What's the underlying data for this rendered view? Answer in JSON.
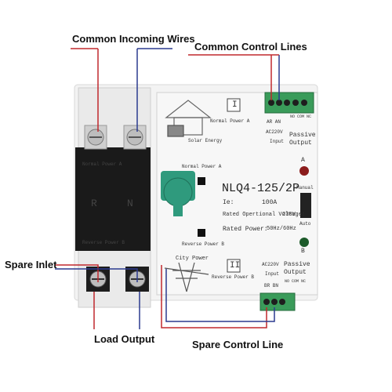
{
  "callouts": {
    "incoming": "Common Incoming Wires",
    "control": "Common Control Lines",
    "spare_inlet": "Spare Inlet",
    "load_output": "Load Output",
    "spare_control": "Spare Control Line"
  },
  "device": {
    "model": "NLQ4-125/2P",
    "ie_label": "Ie:",
    "ie_value": "100A",
    "voltage_label": "Rated Opertional Voltage:",
    "voltage_value": "230V",
    "power_label": "Rated Power:",
    "power_value": "50Hz/60Hz",
    "normal_power_top": "Normal Power A",
    "normal_power_knob": "Normal Power A",
    "reverse_power_knob": "Reverse Power B",
    "reverse_power_bottom": "Reverse Power B",
    "solar": "Solar Energy",
    "city": "City Power",
    "roman_top": "I",
    "roman_bottom": "II",
    "breaker_top": "Normal Power A",
    "breaker_R": "R",
    "breaker_N": "N",
    "breaker_bottom": "Reverse Power B",
    "led_A": "A",
    "led_B": "B",
    "manual": "Manual",
    "auto": "Auto",
    "ac_top": "AC220V",
    "input_top": "Input",
    "passive_top": "Passive",
    "output_top": "Output",
    "ac_bottom": "AC220V",
    "input_bottom": "Input",
    "passive_bottom": "Passive",
    "output_bottom": "Output",
    "terminals_top": "AR AN",
    "terminals_bottom": "BR BN",
    "noc_top": "NO COM NC",
    "noc_bottom": "NO COM NC"
  },
  "colors": {
    "red_line": "#c0282d",
    "blue_line": "#2b3a8f",
    "green_terminal": "#3a9b5a",
    "knob": "#2f9a7d"
  }
}
